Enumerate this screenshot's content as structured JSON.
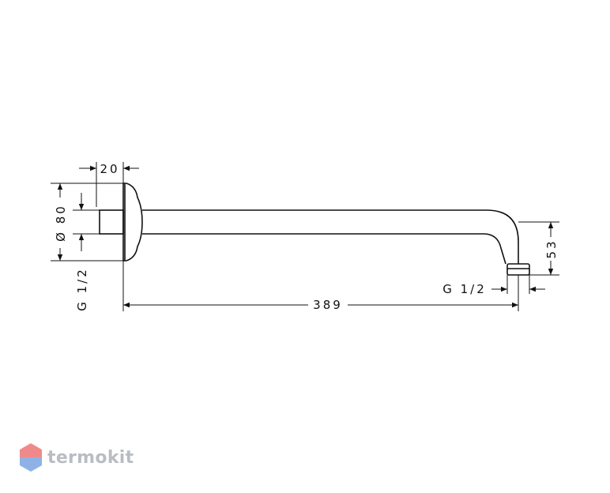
{
  "dimensions": {
    "flange_width": "20",
    "diameter": "Ø 80",
    "thread_left": "G 1/2",
    "arm_length": "389",
    "thread_right": "G 1/2",
    "drop": "53"
  },
  "watermark": {
    "brand": "termokit",
    "colors": {
      "top": "#f08a8a",
      "bottom": "#8fb2e6",
      "text": "#b9bdc3"
    }
  }
}
